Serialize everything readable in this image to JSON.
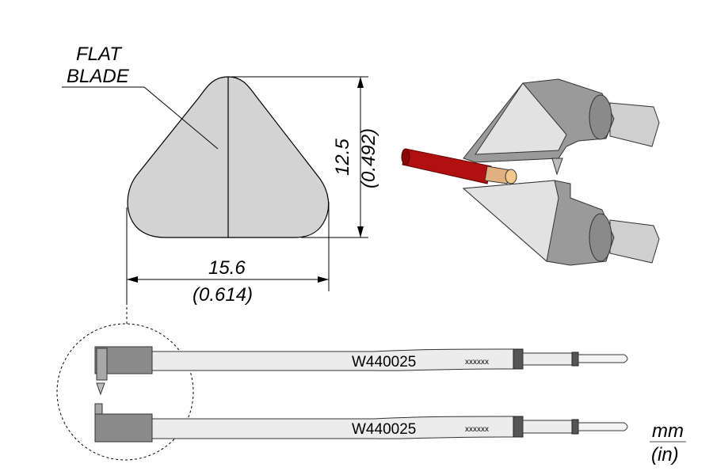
{
  "drawing": {
    "label_line1": "FLAT",
    "label_line2": "BLADE",
    "height_mm": "12.5",
    "height_in": "(0.492)",
    "width_mm": "15.6",
    "width_in": "(0.614)",
    "part_number_top": "W440025",
    "part_number_bottom": "W440025",
    "serial_top": "xxxxxx",
    "serial_bottom": "xxxxxx",
    "unit_mm": "mm",
    "unit_in": "(in)"
  },
  "colors": {
    "blade_fill": "#d3d3d3",
    "tip_body": "#8a8a8a",
    "shaft": "#ececec",
    "wire_insulation": "#b01010",
    "wire_core": "#e0b080"
  }
}
